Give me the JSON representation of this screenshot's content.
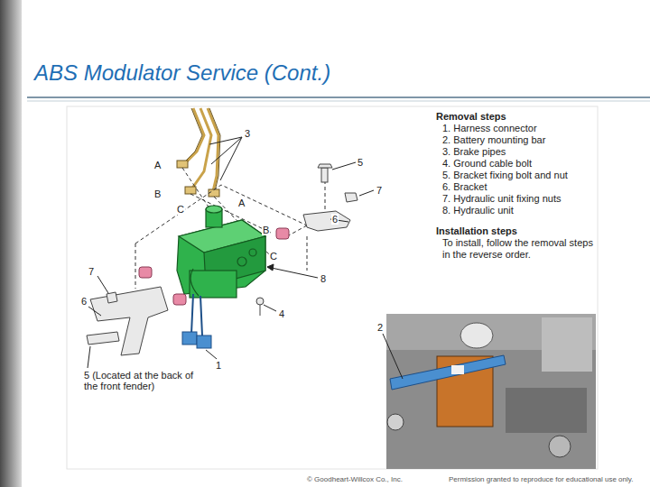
{
  "diagram": {
    "title": "ABS Modulator Service (Cont.)",
    "labels": [
      "Removal steps",
      "1. Harness connector",
      "2. Battery mounting bar",
      "3. Brake pipes",
      "4. Ground cable bolt",
      "5. Bracket fixing bolt and nut",
      "6. Bracket",
      "7. Hydraulic unit fixing nuts",
      "8. Hydraulic unit",
      "Installation steps",
      "To install, follow the removal steps in the reverse order.",
      "3",
      "A",
      "B",
      "5",
      "7",
      "C",
      "A",
      "6",
      "B",
      "C",
      "7",
      "8",
      "6",
      "4",
      "1",
      "5 (Located at the back of the front fender)",
      "2",
      "© Goodheart-Willcox Co., Inc.",
      "Permission granted to reproduce for educational use only."
    ]
  }
}
